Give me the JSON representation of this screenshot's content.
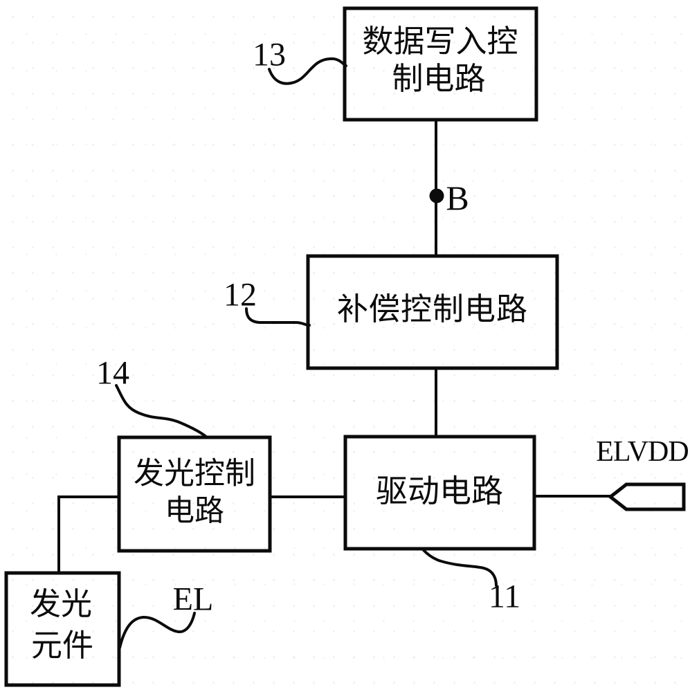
{
  "figure": {
    "kind": "patent-circuit-block-diagram",
    "colors": {
      "ink": "#0b0b0b",
      "background": "#ffffff"
    }
  },
  "blocks": {
    "data_write_control": {
      "line1": "数据写入控",
      "line2": "制电路",
      "ref": "13"
    },
    "compensation_control": {
      "label": "补偿控制电路",
      "ref": "12"
    },
    "drive_circuit": {
      "label": "驱动电路",
      "ref": "11"
    },
    "emission_control": {
      "line1": "发光控制",
      "line2": "电路",
      "ref": "14"
    },
    "light_emitting_element": {
      "line1": "发光",
      "line2": "元件"
    }
  },
  "node_b": {
    "label": "B"
  },
  "terminals": {
    "elvdd": {
      "label": "ELVDD"
    },
    "el": {
      "label": "EL"
    }
  }
}
